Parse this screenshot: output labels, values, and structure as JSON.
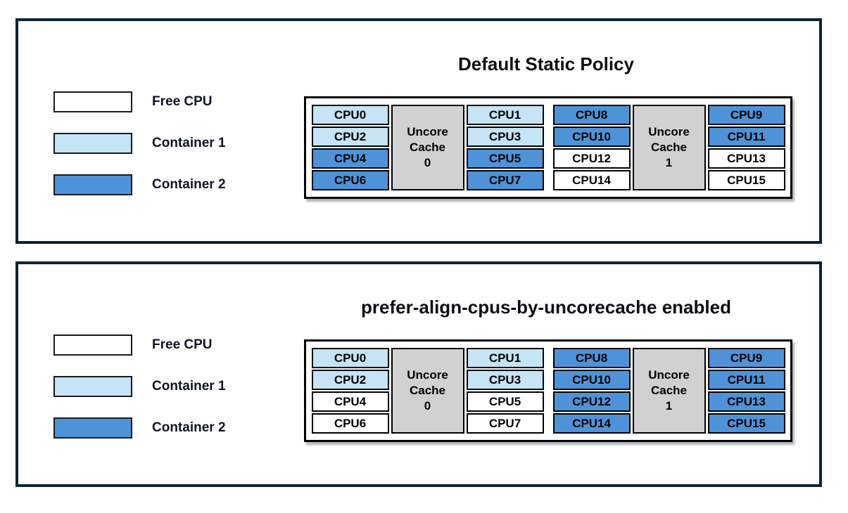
{
  "colors": {
    "free": "#ffffff",
    "container1": "#c5e4f5",
    "container2": "#4e93d7",
    "cache_fill": "#d1d1d1",
    "panel_border": "#0b2433",
    "cell_border": "#000000"
  },
  "legend": {
    "items": [
      {
        "key": "free",
        "label": "Free CPU"
      },
      {
        "key": "container1",
        "label": "Container 1"
      },
      {
        "key": "container2",
        "label": "Container 2"
      }
    ]
  },
  "panels": [
    {
      "id": "default-static-policy",
      "title": "Default Static Policy",
      "groups": [
        {
          "cache_lines": [
            "Uncore",
            "Cache",
            "0"
          ],
          "left_cpus": [
            {
              "label": "CPU0",
              "assignment": "container1"
            },
            {
              "label": "CPU2",
              "assignment": "container1"
            },
            {
              "label": "CPU4",
              "assignment": "container2"
            },
            {
              "label": "CPU6",
              "assignment": "container2"
            }
          ],
          "right_cpus": [
            {
              "label": "CPU1",
              "assignment": "container1"
            },
            {
              "label": "CPU3",
              "assignment": "container1"
            },
            {
              "label": "CPU5",
              "assignment": "container2"
            },
            {
              "label": "CPU7",
              "assignment": "container2"
            }
          ]
        },
        {
          "cache_lines": [
            "Uncore",
            "Cache",
            "1"
          ],
          "left_cpus": [
            {
              "label": "CPU8",
              "assignment": "container2"
            },
            {
              "label": "CPU10",
              "assignment": "container2"
            },
            {
              "label": "CPU12",
              "assignment": "free"
            },
            {
              "label": "CPU14",
              "assignment": "free"
            }
          ],
          "right_cpus": [
            {
              "label": "CPU9",
              "assignment": "container2"
            },
            {
              "label": "CPU11",
              "assignment": "container2"
            },
            {
              "label": "CPU13",
              "assignment": "free"
            },
            {
              "label": "CPU15",
              "assignment": "free"
            }
          ]
        }
      ]
    },
    {
      "id": "prefer-align-enabled",
      "title": "prefer-align-cpus-by-uncorecache enabled",
      "groups": [
        {
          "cache_lines": [
            "Uncore",
            "Cache",
            "0"
          ],
          "left_cpus": [
            {
              "label": "CPU0",
              "assignment": "container1"
            },
            {
              "label": "CPU2",
              "assignment": "container1"
            },
            {
              "label": "CPU4",
              "assignment": "free"
            },
            {
              "label": "CPU6",
              "assignment": "free"
            }
          ],
          "right_cpus": [
            {
              "label": "CPU1",
              "assignment": "container1"
            },
            {
              "label": "CPU3",
              "assignment": "container1"
            },
            {
              "label": "CPU5",
              "assignment": "free"
            },
            {
              "label": "CPU7",
              "assignment": "free"
            }
          ]
        },
        {
          "cache_lines": [
            "Uncore",
            "Cache",
            "1"
          ],
          "left_cpus": [
            {
              "label": "CPU8",
              "assignment": "container2"
            },
            {
              "label": "CPU10",
              "assignment": "container2"
            },
            {
              "label": "CPU12",
              "assignment": "container2"
            },
            {
              "label": "CPU14",
              "assignment": "container2"
            }
          ],
          "right_cpus": [
            {
              "label": "CPU9",
              "assignment": "container2"
            },
            {
              "label": "CPU11",
              "assignment": "container2"
            },
            {
              "label": "CPU13",
              "assignment": "container2"
            },
            {
              "label": "CPU15",
              "assignment": "container2"
            }
          ]
        }
      ]
    }
  ]
}
